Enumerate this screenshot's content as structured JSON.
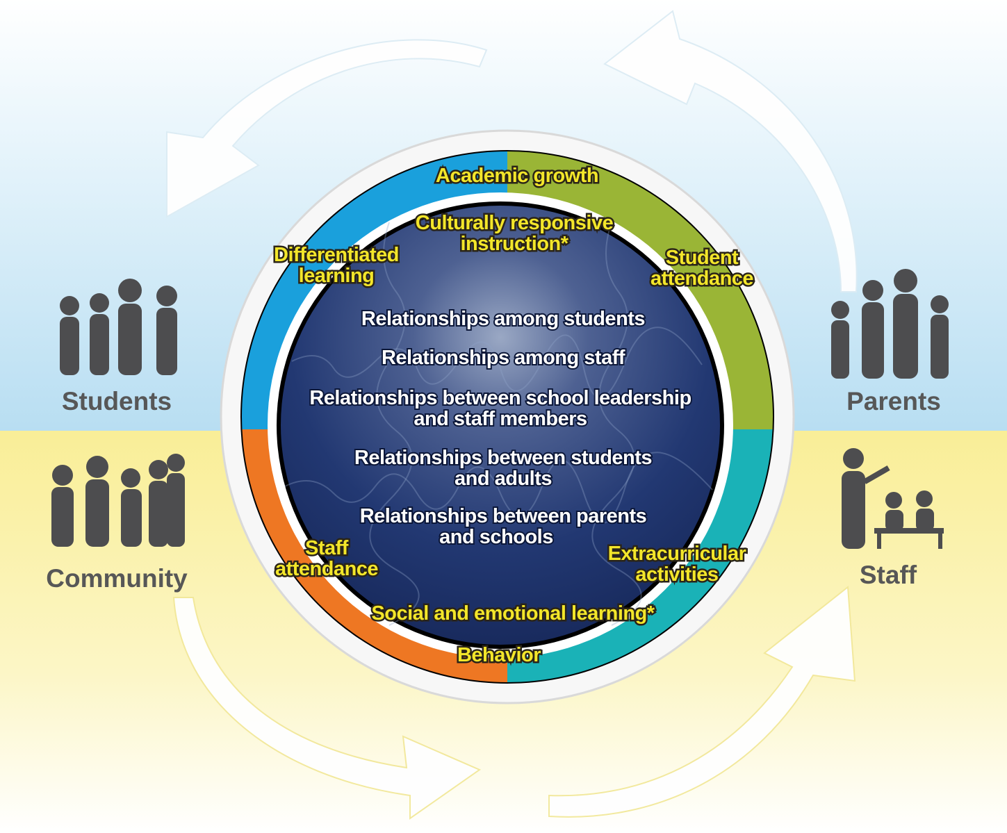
{
  "groups": {
    "students": "Students",
    "parents": "Parents",
    "community": "Community",
    "staff": "Staff"
  },
  "ring": {
    "academic_growth": "Academic growth",
    "culturally_responsive": [
      "Culturally responsive",
      "instruction*"
    ],
    "differentiated": [
      "Differentiated",
      "learning"
    ],
    "student_attendance": [
      "Student",
      "attendance"
    ],
    "staff_attendance": [
      "Staff",
      "attendance"
    ],
    "extracurricular": [
      "Extracurricular",
      "activities"
    ],
    "social_emotional": "Social and emotional learning*",
    "behavior": "Behavior"
  },
  "core": {
    "r1": "Relationships among students",
    "r2": "Relationships among staff",
    "r3": [
      "Relationships between school leadership",
      "and staff members"
    ],
    "r4": [
      "Relationships between students",
      "and adults"
    ],
    "r5": [
      "Relationships between parents",
      "and schools"
    ]
  },
  "colors": {
    "blue_quadrant": "#1aa0dc",
    "green_quadrant": "#9ab536",
    "orange_quadrant": "#ee7723",
    "teal_quadrant": "#1ab2b7",
    "label_yellow": "#f3e62a",
    "core_navy": "#1b2e66",
    "top_background": "#bfe2f4",
    "bottom_background": "#fbf3a6"
  }
}
